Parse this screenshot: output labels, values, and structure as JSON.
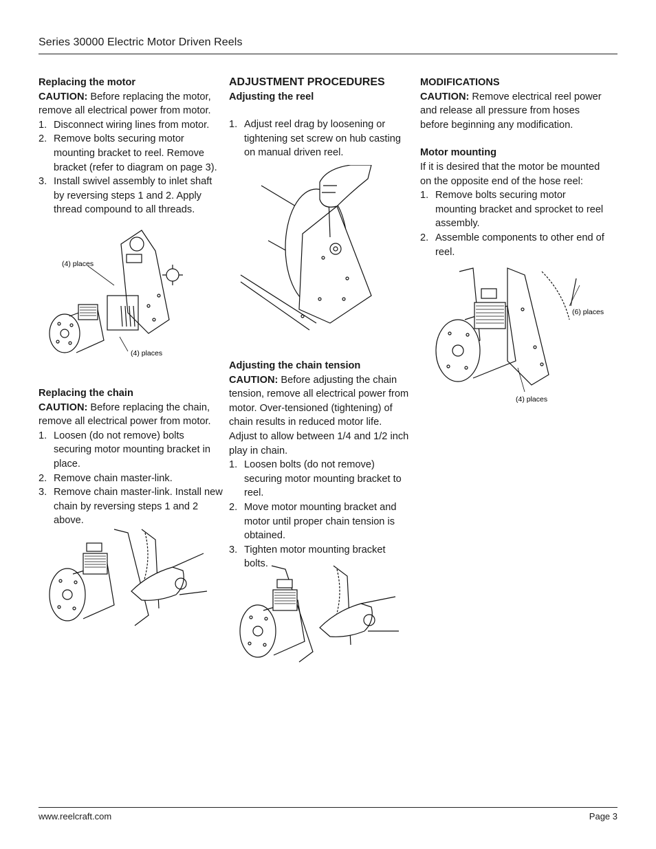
{
  "header": {
    "title": "Series 30000 Electric Motor Driven Reels"
  },
  "footer": {
    "url": "www.reelcraft.com",
    "page": "Page 3"
  },
  "col1": {
    "replacing_motor": {
      "heading": "Replacing the motor",
      "caution_label": "CAUTION:",
      "caution_text": "Before replacing the motor, remove all electrical power from motor.",
      "steps": [
        "Disconnect wiring lines from motor.",
        "Remove bolts securing motor mounting bracket to reel. Remove bracket (refer to diagram on page 3).",
        "Install swivel assembly to inlet shaft by reversing steps 1 and 2. Apply thread compound to all threads."
      ],
      "fig_label_top": "(4) places",
      "fig_label_bottom": "(4) places"
    },
    "replacing_chain": {
      "heading": "Replacing the chain",
      "caution_label": "CAUTION:",
      "caution_text": "Before replacing the chain, remove all electrical power from motor.",
      "steps": [
        "Loosen (do not remove) bolts securing motor mounting bracket in place.",
        "Remove chain master-link.",
        "Remove chain master-link. Install new chain by reversing steps 1 and 2 above."
      ]
    }
  },
  "col2": {
    "section_heading": "ADJUSTMENT PROCEDURES",
    "adjusting_reel": {
      "heading": "Adjusting the reel",
      "steps": [
        "Adjust reel drag by loosening or tightening set screw on hub casting on manual driven reel."
      ]
    },
    "adjusting_chain": {
      "heading": "Adjusting the chain tension",
      "caution_label": "CAUTION:",
      "caution_text": "Before adjusting the chain tension, remove all electrical power from motor. Over-tensioned (tightening) of chain results in reduced motor life. Adjust to allow between 1/4 and 1/2 inch play in chain.",
      "steps": [
        "Loosen bolts (do not remove) securing motor mounting bracket to reel.",
        "Move motor mounting bracket and motor until proper chain tension is obtained.",
        "Tighten motor mounting bracket bolts."
      ]
    }
  },
  "col3": {
    "modifications": {
      "heading": "MODIFICATIONS",
      "caution_label": "CAUTION:",
      "caution_text": "Remove electrical reel power and release all pressure from hoses before beginning any modification."
    },
    "motor_mounting": {
      "heading": "Motor mounting",
      "intro": "If it is desired that the motor be mounted on the opposite end of the hose reel:",
      "steps": [
        "Remove bolts securing motor mounting bracket and sprocket to reel assembly.",
        "Assemble components to other end of reel."
      ],
      "fig_label_right": "(6) places",
      "fig_label_bottom": "(4) places"
    }
  }
}
